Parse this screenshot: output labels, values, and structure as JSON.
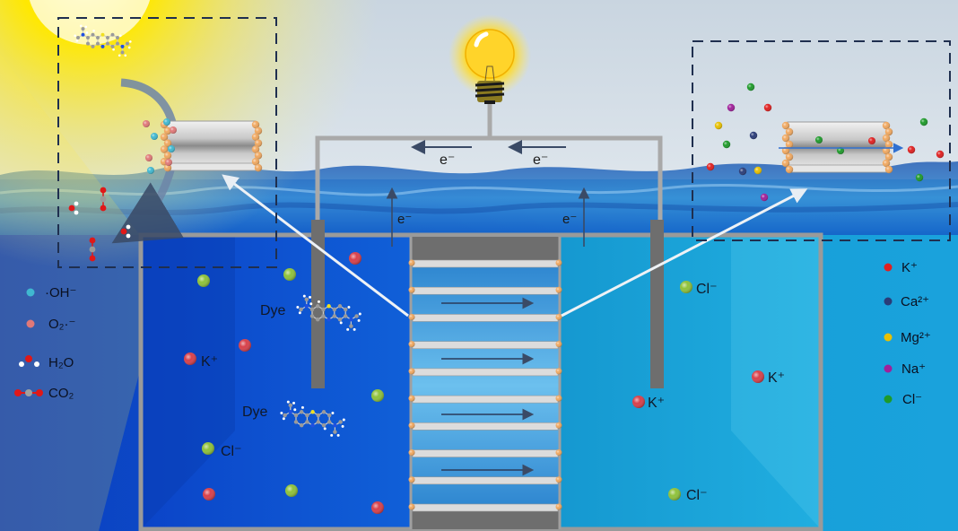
{
  "diagram": {
    "title": "Dye-assisted solar-driven ion transport nanochannel membrane device in seawater",
    "colors": {
      "sky": "#cfd9e3",
      "sun": "#ffe400",
      "sea_deep": "#0b3fc0",
      "sea_light": "#1aa0d8",
      "wire": "#a9a9a9",
      "electrode": "#6e6e6e",
      "nanotube": "#dcdcdc",
      "end_group": "#f0a860",
      "k_ion": "#e02020",
      "ca_ion": "#2a3c78",
      "mg_ion": "#e8c000",
      "na_ion": "#a0209a",
      "cl_ion": "#1e9a2a",
      "cl_ion_tank": "#8fc23a",
      "k_ion_tank": "#d8404a",
      "oh_radical": "#40b8d0",
      "o2_radical": "#e07878"
    },
    "bulb": {
      "label": "light bulb"
    },
    "circuit": {
      "electron_labels": [
        "e⁻",
        "e⁻",
        "e⁻",
        "e⁻"
      ]
    },
    "left_legend": [
      {
        "symbol": "·OH⁻",
        "icon": "hydroxyl-radical"
      },
      {
        "symbol": "O₂·⁻",
        "icon": "superoxide-radical"
      },
      {
        "symbol": "H₂O",
        "icon": "water-molecule"
      },
      {
        "symbol": "CO₂",
        "icon": "carbon-dioxide-molecule"
      }
    ],
    "right_legend": [
      {
        "symbol": "K⁺",
        "icon": "potassium-ion"
      },
      {
        "symbol": "Ca²⁺",
        "icon": "calcium-ion"
      },
      {
        "symbol": "Mg²⁺",
        "icon": "magnesium-ion"
      },
      {
        "symbol": "Na⁺",
        "icon": "sodium-ion"
      },
      {
        "symbol": "Cl⁻",
        "icon": "chloride-ion"
      }
    ],
    "tank_labels": {
      "dye_1": "Dye",
      "dye_2": "Dye",
      "left_k": "K⁺",
      "left_cl": "Cl⁻",
      "right_cl_top": "Cl⁻",
      "right_k_1": "K⁺",
      "right_k_2": "K⁺",
      "right_cl_bottom": "Cl⁻"
    },
    "membrane": {
      "nanochannel_count": 9,
      "flow_arrows": 4
    }
  }
}
